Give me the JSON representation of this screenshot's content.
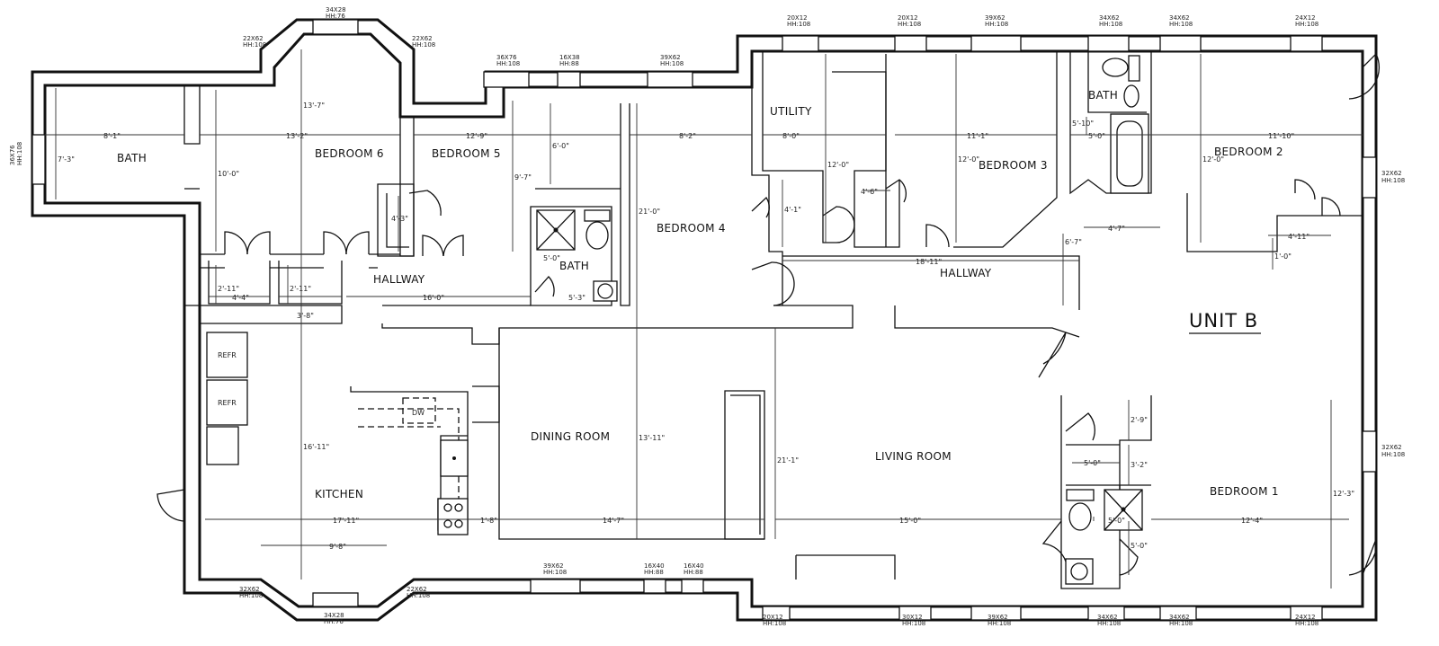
{
  "unit_label": "UNIT B",
  "rooms": {
    "bath_west": "BATH",
    "bedroom6": "BEDROOM 6",
    "bedroom5": "BEDROOM 5",
    "bedroom4": "BEDROOM 4",
    "utility": "UTILITY",
    "bedroom3": "BEDROOM 3",
    "bath_ne": "BATH",
    "bedroom2": "BEDROOM 2",
    "bath_center": "BATH",
    "hallway_west": "HALLWAY",
    "hallway_east": "HALLWAY",
    "kitchen": "KITCHEN",
    "dining": "DINING ROOM",
    "living": "LIVING ROOM",
    "bedroom1": "BEDROOM 1"
  },
  "fixtures": {
    "refr1": "REFR",
    "refr2": "REFR",
    "dw": "DW"
  },
  "dimensions": {
    "bath_w": "8'-1\"",
    "bath_h": "7'-3\"",
    "bed6_w": "13'-2\"",
    "bed6_h": "13'-7\"",
    "bed6_side": "10'-0\"",
    "bed5_w": "12'-9\"",
    "bed5_h": "9'-7\"",
    "bed5_top": "6'-0\"",
    "closet5": "4'-3\"",
    "bath_c_h": "5'-0\"",
    "bath_c_w": "5'-3\"",
    "bed4_w": "8'-2\"",
    "bed4_h": "21'-0\"",
    "util_w": "8'-0\"",
    "util_h": "12'-0\"",
    "util_cl": "4'-1\"",
    "bed3_w": "11'-1\"",
    "bed3_h": "12'-0\"",
    "bed3_cl": "4'-6\"",
    "bath_ne_w": "5'-0\"",
    "bath_ne_h": "5'-10\"",
    "bed2_w": "11'-10\"",
    "bed2_h": "12'-0\"",
    "bed2_cl_w": "4'-7\"",
    "bed2_cl2": "4'-11\"",
    "bed2_cl_h": "1'-0\"",
    "hall_e_len": "18'-11\"",
    "hall_e_h": "6'-7\"",
    "hall_w_len": "16'-0\"",
    "hall_w_cl1": "2'-11\"",
    "hall_w_cl2": "2'-11\"",
    "hall_w_cl3": "4'-4\"",
    "hall_w_gap": "3'-8\"",
    "kitchen_w": "17'-11\"",
    "kitchen_bay": "9'-8\"",
    "kitchen_h": "16'-11\"",
    "dining_w": "14'-7\"",
    "dining_h": "13'-11\"",
    "counter": "1'-8\"",
    "living_w": "15'-0\"",
    "living_h": "21'-1\"",
    "bed1_w": "12'-4\"",
    "bed1_h": "12'-3\"",
    "bath1_w": "5'-0\"",
    "bath1_a": "2'-9\"",
    "bath1_b": "3'-2\"",
    "bath1_c": "5'-0\"",
    "bath1_d": "5'-0\""
  },
  "windows": {
    "w_west": [
      "36X76",
      "HH:108"
    ],
    "w_bay_top": [
      "34X28",
      "HH:76"
    ],
    "w_bay_tl": [
      "22X62",
      "HH:108"
    ],
    "w_bay_tr": [
      "22X62",
      "HH:108"
    ],
    "w_b5_1": [
      "36X76",
      "HH:108"
    ],
    "w_b5_2": [
      "16X38",
      "HH:88"
    ],
    "w_b4": [
      "39X62",
      "HH:108"
    ],
    "w_util": [
      "20X12",
      "HH:108"
    ],
    "w_b3_1": [
      "20X12",
      "HH:108"
    ],
    "w_b3_2": [
      "39X62",
      "HH:108"
    ],
    "w_bath_ne": [
      "34X62",
      "HH:108"
    ],
    "w_b2_1": [
      "34X62",
      "HH:108"
    ],
    "w_b2_2": [
      "24X12",
      "HH:108"
    ],
    "w_b2_side": [
      "32X62",
      "HH:108"
    ],
    "w_b1_side": [
      "32X62",
      "HH:108"
    ],
    "w_kit_bl": [
      "32X62",
      "HH:108"
    ],
    "w_kit_br": [
      "22X62",
      "HH:108"
    ],
    "w_kit_bot": [
      "34X28",
      "HH:76"
    ],
    "w_din": [
      "39X62",
      "HH:108"
    ],
    "w_din_s1": [
      "16X40",
      "HH:88"
    ],
    "w_din_s2": [
      "16X40",
      "HH:88"
    ],
    "w_liv1": [
      "20X12",
      "HH:108"
    ],
    "w_liv2": [
      "30X12",
      "HH:108"
    ],
    "w_liv3": [
      "39X62",
      "HH:108"
    ],
    "w_bot_b1a": [
      "34X62",
      "HH:108"
    ],
    "w_bot_b1b": [
      "34X62",
      "HH:108"
    ],
    "w_bot_b1c": [
      "24X12",
      "HH:108"
    ]
  }
}
